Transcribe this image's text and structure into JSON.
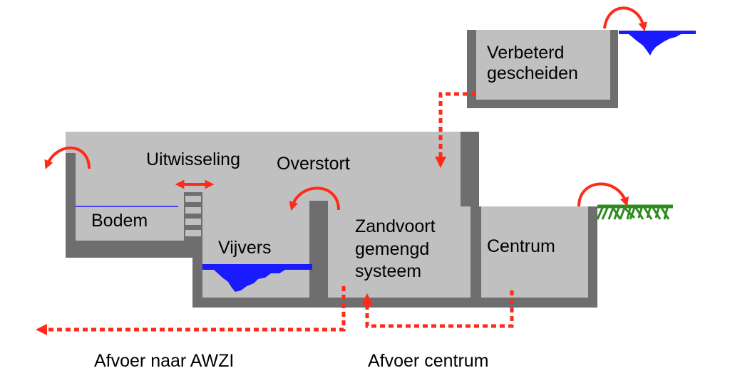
{
  "labels": {
    "verbeterd_line1": "Verbeterd",
    "verbeterd_line2": "gescheiden",
    "uitwisseling": "Uitwisseling",
    "overstort": "Overstort",
    "bodem": "Bodem",
    "vijvers": "Vijvers",
    "zandvoort_line1": "Zandvoort",
    "zandvoort_line2": "gemengd",
    "zandvoort_line3": "systeem",
    "centrum": "Centrum",
    "afvoer_awzi": "Afvoer naar AWZI",
    "afvoer_centrum": "Afvoer centrum"
  },
  "colors": {
    "wall": "#6e6e6e",
    "fill": "#c0c0c0",
    "water": "#1a1aff",
    "arrow": "#ff2a1a",
    "grass": "#2e8b1e"
  }
}
